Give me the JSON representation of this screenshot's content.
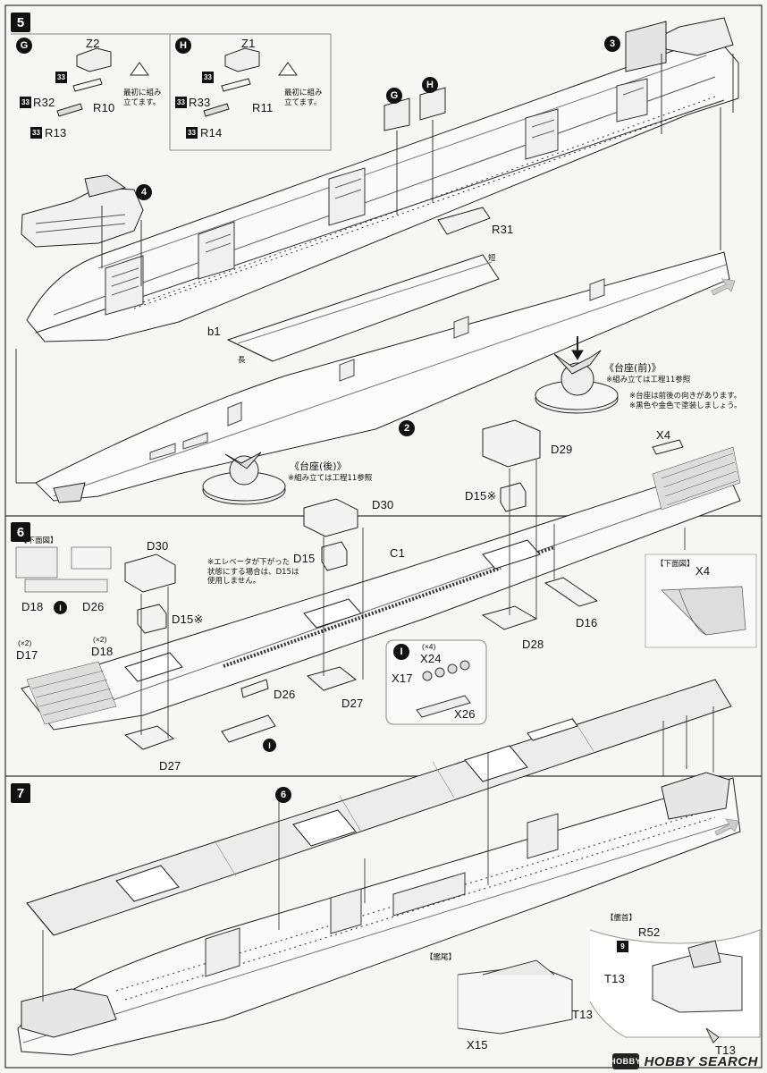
{
  "steps": {
    "s5": "5",
    "s6": "6",
    "s7": "7"
  },
  "step5": {
    "subG": {
      "badge": "G",
      "parts": [
        "Z2",
        "R32",
        "R10",
        "R13"
      ],
      "runner_no": "33",
      "note": "最初に組み\n立てます。"
    },
    "subH": {
      "badge": "H",
      "parts": [
        "Z1",
        "R33",
        "R11",
        "R14"
      ],
      "runner_no": "33",
      "note": "最初に組み\n立てます。"
    },
    "refs": {
      "r3": "3",
      "r4": "4",
      "r2": "2",
      "g": "G",
      "h": "H"
    },
    "labels": {
      "r31": "R31",
      "b1": "b1",
      "short": "短",
      "long": "長"
    },
    "stand_front": {
      "title": "《台座(前)》",
      "note1": "※組み立ては工程11参照",
      "note2": "※台座は前後の向きがあります。\n※黒色や金色で塗装しましょう。"
    },
    "stand_rear": {
      "title": "《台座(後)》",
      "note1": "※組み立ては工程11参照"
    }
  },
  "step6": {
    "bottom_view_left": "【下面図】",
    "bottom_view_right": "【下面図】",
    "ref_i": "I",
    "elevator_note": "※エレベータが下がった\n状態にする場合は、D15は\n使用しません。",
    "parts": {
      "d30_left": "D30",
      "d15_left": "D15※",
      "d27_left": "D27",
      "d18": "D18",
      "d26": "D26",
      "d17": "D17",
      "d18b": "D18",
      "x2a": "(×2)",
      "x2b": "(×2)",
      "d26b": "D26",
      "d30_mid": "D30",
      "d15_mid": "D15",
      "c1": "C1",
      "d27_mid": "D27",
      "d29": "D29",
      "d15_right": "D15※",
      "d28": "D28",
      "d16": "D16",
      "x4a": "X4",
      "x4b": "X4"
    },
    "subI": {
      "badge": "I",
      "x24": "X24",
      "x4count": "(×4)",
      "x17": "X17",
      "x26": "X26"
    }
  },
  "step7": {
    "ref6": "6",
    "stern_title": "【艦尾】",
    "bow_title": "【艦首】",
    "parts": {
      "t13_stern": "T13",
      "x15": "X15",
      "r52": "R52",
      "t13_bow": "T13",
      "t13_bottom": "T13",
      "runner9": "9"
    }
  },
  "watermark": {
    "logo": "HOBBY",
    "text": "HOBBY SEARCH"
  }
}
